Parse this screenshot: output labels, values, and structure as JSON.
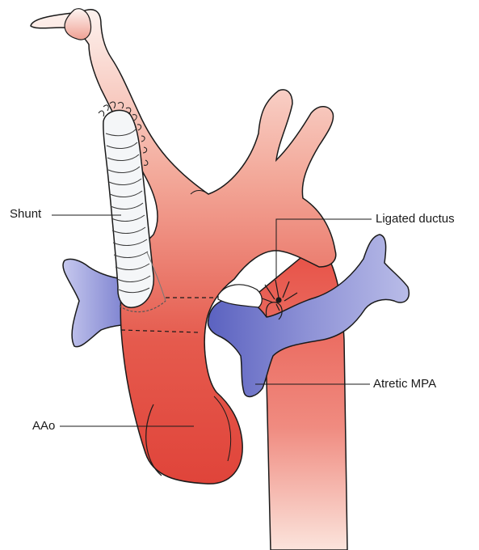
{
  "labels": {
    "shunt": "Shunt",
    "ligated_ductus": "Ligated ductus",
    "atretic_mpa": "Atretic MPA",
    "aao": "AAo"
  },
  "colors": {
    "aorta_fill_light": "#fbe4dc",
    "aorta_fill_dark": "#e0443a",
    "pulmonary_fill": "#8e92d6",
    "pulmonary_fill_dark": "#5b62c0",
    "shunt_fill": "#f4f6f8",
    "outline": "#1a1a1a",
    "leader_line": "#1a1a1a"
  }
}
